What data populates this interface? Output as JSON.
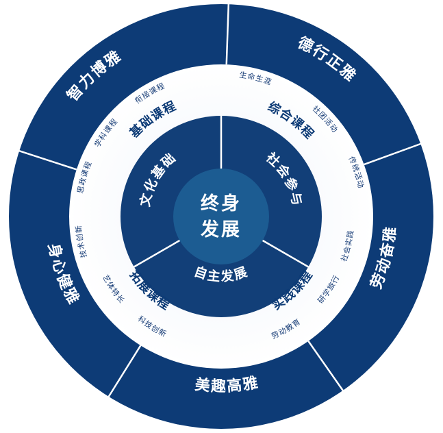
{
  "center": {
    "line1": "终身",
    "line2": "发展"
  },
  "outer_ring": [
    "德行正雅",
    "劳动奋雅",
    "美趣高雅",
    "身心健雅",
    "智力博雅"
  ],
  "inner_ring": [
    "社会参与",
    "自主发展",
    "文化基础"
  ],
  "courses": [
    "综合课程",
    "实践课程",
    "拓展课程",
    "基础课程"
  ],
  "topics": [
    "生命生涯",
    "社团活动",
    "传统活动",
    "社会实践",
    "研学旅行",
    "劳动教育",
    "科技创新",
    "艺体特长",
    "技术创新",
    "思政课程",
    "学科课程",
    "衔接课程"
  ],
  "colors": {
    "outer": "#0d3b76",
    "inner": "#123f78",
    "center": "#1c5c92",
    "ring_bg": "#ffffff"
  }
}
